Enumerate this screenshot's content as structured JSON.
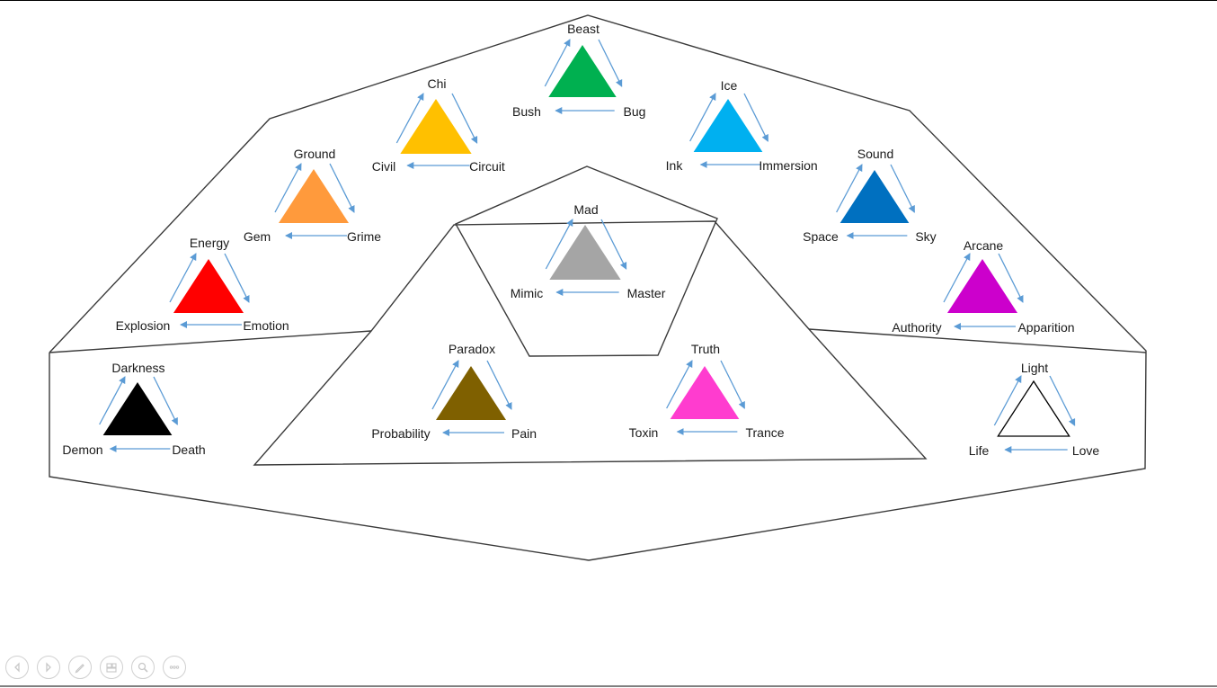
{
  "colors": {
    "Beast": "#00b050",
    "Chi": "#ffc000",
    "Ice": "#00b0f0",
    "Ground": "#ff9a3c",
    "Sound": "#0070c0",
    "Energy": "#ff0000",
    "Arcane": "#cc00cc",
    "Mad": "#a5a5a5",
    "Darkness": "#000000",
    "Paradox": "#7f6000",
    "Truth": "#ff3ccf",
    "Light": "#ffffff",
    "arrow": "#5b9bd5"
  },
  "triads": [
    {
      "key": "beast",
      "top": "Beast",
      "left": "Bush",
      "right": "Bug",
      "fill": "#00b050"
    },
    {
      "key": "chi",
      "top": "Chi",
      "left": "Civil",
      "right": "Circuit",
      "fill": "#ffc000"
    },
    {
      "key": "ice",
      "top": "Ice",
      "left": "Ink",
      "right": "Immersion",
      "fill": "#00b0f0"
    },
    {
      "key": "ground",
      "top": "Ground",
      "left": "Gem",
      "right": "Grime",
      "fill": "#ff9a3c"
    },
    {
      "key": "sound",
      "top": "Sound",
      "left": "Space",
      "right": "Sky",
      "fill": "#0070c0"
    },
    {
      "key": "energy",
      "top": "Energy",
      "left": "Explosion",
      "right": "Emotion",
      "fill": "#ff0000"
    },
    {
      "key": "arcane",
      "top": "Arcane",
      "left": "Authority",
      "right": "Apparition",
      "fill": "#cc00cc"
    },
    {
      "key": "mad",
      "top": "Mad",
      "left": "Mimic",
      "right": "Master",
      "fill": "#a5a5a5"
    },
    {
      "key": "darkness",
      "top": "Darkness",
      "left": "Demon",
      "right": "Death",
      "fill": "#000000"
    },
    {
      "key": "paradox",
      "top": "Paradox",
      "left": "Probability",
      "right": "Pain",
      "fill": "#7f6000"
    },
    {
      "key": "truth",
      "top": "Truth",
      "left": "Toxin",
      "right": "Trance",
      "fill": "#ff3ccf"
    },
    {
      "key": "light",
      "top": "Light",
      "left": "Life",
      "right": "Love",
      "fill": "#ffffff"
    }
  ],
  "controls": [
    "previous-icon",
    "next-icon",
    "pen-icon",
    "slides-icon",
    "zoom-icon",
    "more-icon"
  ]
}
